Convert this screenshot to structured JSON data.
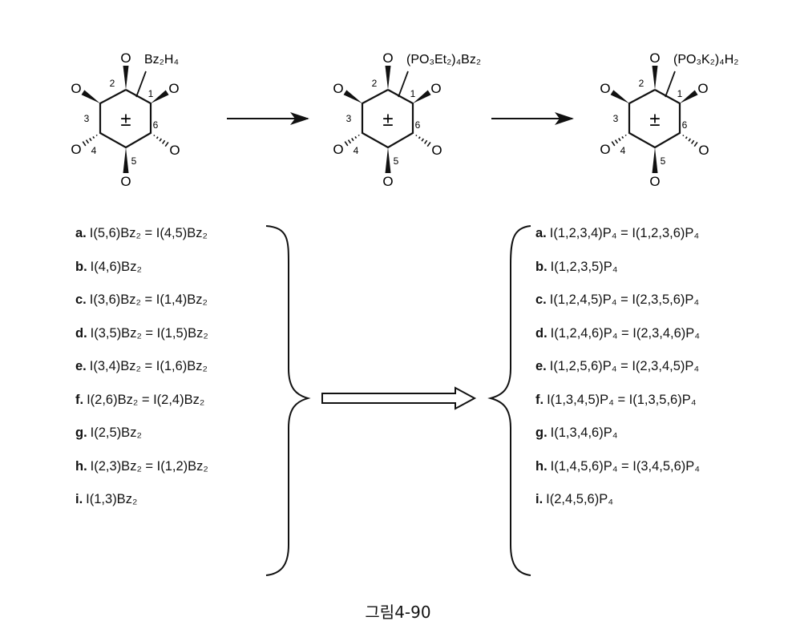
{
  "molecules": [
    {
      "substituent": "Bz₂H₄",
      "ring_label": "±",
      "oxygen": "O",
      "positions": [
        "1",
        "2",
        "3",
        "4",
        "5",
        "6"
      ]
    },
    {
      "substituent": "(PO₃Et₂)₄Bz₂",
      "ring_label": "±",
      "oxygen": "O",
      "positions": [
        "1",
        "2",
        "3",
        "4",
        "5",
        "6"
      ]
    },
    {
      "substituent": "(PO₃K₂)₄H₂",
      "ring_label": "±",
      "oxygen": "O",
      "positions": [
        "1",
        "2",
        "3",
        "4",
        "5",
        "6"
      ]
    }
  ],
  "left_list": [
    {
      "letter": "a.",
      "formula": "I(5,6)Bz₂ = I(4,5)Bz₂"
    },
    {
      "letter": "b.",
      "formula": "I(4,6)Bz₂"
    },
    {
      "letter": "c.",
      "formula": "I(3,6)Bz₂ = I(1,4)Bz₂"
    },
    {
      "letter": "d.",
      "formula": "I(3,5)Bz₂ = I(1,5)Bz₂"
    },
    {
      "letter": "e.",
      "formula": "I(3,4)Bz₂ = I(1,6)Bz₂"
    },
    {
      "letter": "f.",
      "formula": "I(2,6)Bz₂ = I(2,4)Bz₂"
    },
    {
      "letter": "g.",
      "formula": "I(2,5)Bz₂"
    },
    {
      "letter": "h.",
      "formula": "I(2,3)Bz₂ = I(1,2)Bz₂"
    },
    {
      "letter": "i.",
      "formula": "I(1,3)Bz₂"
    }
  ],
  "right_list": [
    {
      "letter": "a.",
      "formula": "I(1,2,3,4)P₄ = I(1,2,3,6)P₄"
    },
    {
      "letter": "b.",
      "formula": "I(1,2,3,5)P₄"
    },
    {
      "letter": "c.",
      "formula": "I(1,2,4,5)P₄ = I(2,3,5,6)P₄"
    },
    {
      "letter": "d.",
      "formula": "I(1,2,4,6)P₄ = I(2,3,4,6)P₄"
    },
    {
      "letter": "e.",
      "formula": "I(1,2,5,6)P₄ = I(2,3,4,5)P₄"
    },
    {
      "letter": "f.",
      "formula": "I(1,3,4,5)P₄ = I(1,3,5,6)P₄"
    },
    {
      "letter": "g.",
      "formula": "I(1,3,4,6)P₄"
    },
    {
      "letter": "h.",
      "formula": "I(1,4,5,6)P₄ = I(3,4,5,6)P₄"
    },
    {
      "letter": "i.",
      "formula": "I(2,4,5,6)P₄"
    }
  ],
  "caption": "그림4-90"
}
